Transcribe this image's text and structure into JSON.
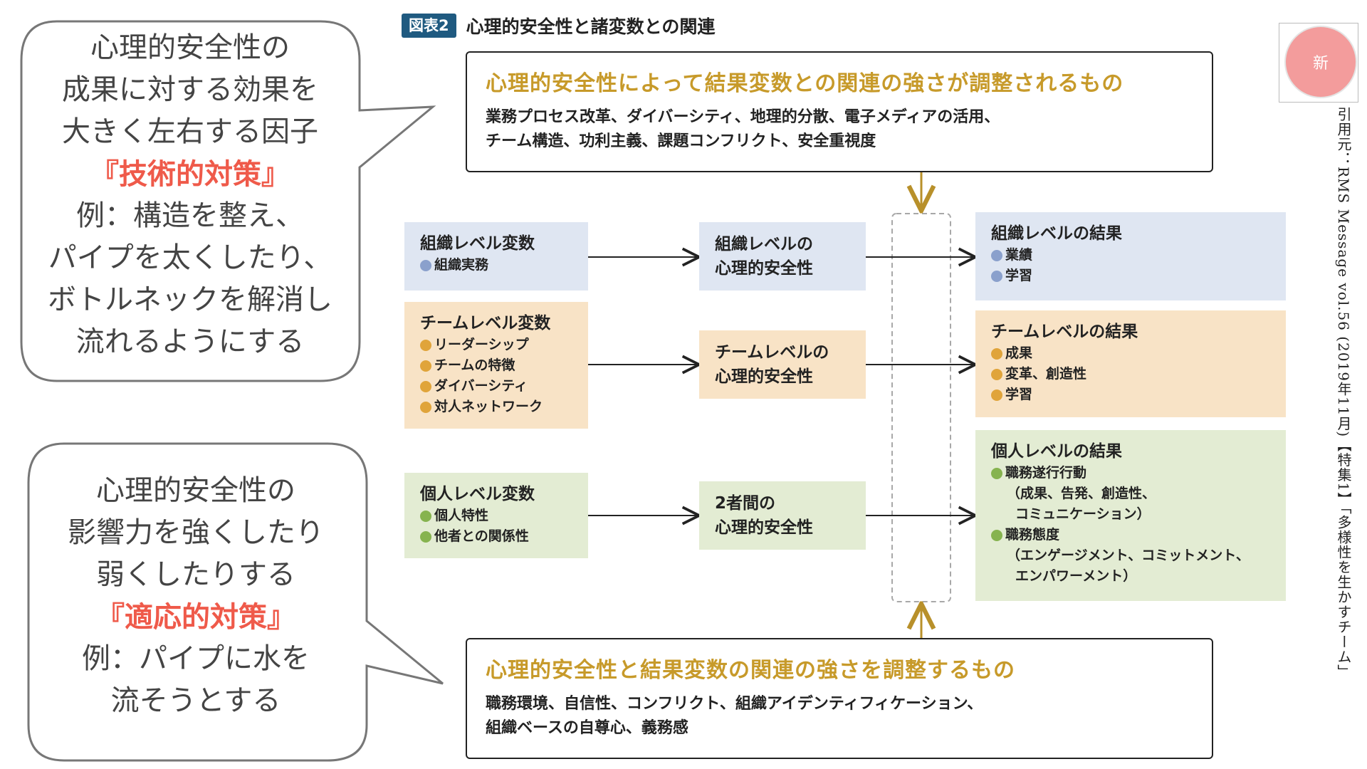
{
  "figure": {
    "badge": "図表2",
    "title": "心理的安全性と諸変数との関連"
  },
  "moderator_top": {
    "title": "心理的安全性によって結果変数との関連の強さが調整されるもの",
    "line1": "業務プロセス改革、ダイバーシティ、地理的分散、電子メディアの活用、",
    "line2": "チーム構造、功利主義、課題コンフリクト、安全重視度"
  },
  "moderator_bottom": {
    "title": "心理的安全性と結果変数の関連の強さを調整するもの",
    "line1": "職務環境、自信性、コンフリクト、組織アイデンティフィケーション、",
    "line2": "組織ベースの自尊心、義務感"
  },
  "org": {
    "variable_title": "組織レベル変数",
    "variable_items": [
      "組織実務"
    ],
    "psafety_line1": "組織レベルの",
    "psafety_line2": "心理的安全性",
    "outcome_title": "組織レベルの結果",
    "outcome_items": [
      "業績",
      "学習"
    ]
  },
  "team": {
    "variable_title": "チームレベル変数",
    "variable_items": [
      "リーダーシップ",
      "チームの特徴",
      "ダイバーシティ",
      "対人ネットワーク"
    ],
    "psafety_line1": "チームレベルの",
    "psafety_line2": "心理的安全性",
    "outcome_title": "チームレベルの結果",
    "outcome_items": [
      "成果",
      "変革、創造性",
      "学習"
    ]
  },
  "individual": {
    "variable_title": "個人レベル変数",
    "variable_items": [
      "個人特性",
      "他者との関係性"
    ],
    "psafety_line1": "2者間の",
    "psafety_line2": "心理的安全性",
    "outcome_title": "個人レベルの結果",
    "outcome_item1": "職務遂行行動",
    "outcome_item1_sub1": "（成果、告発、創造性、",
    "outcome_item1_sub2": "コミュニケーション）",
    "outcome_item2": "職務態度",
    "outcome_item2_sub1": "（エンゲージメント、コミットメント、",
    "outcome_item2_sub2": "エンパワーメント）"
  },
  "bubble_1": {
    "lines": [
      "心理的安全性の",
      "成果に対する効果を",
      "大きく左右する因子"
    ],
    "highlight": "『技術的対策』",
    "example_lines": [
      "例：構造を整え、",
      "パイプを太くしたり、",
      "ボトルネックを解消し",
      "流れるようにする"
    ]
  },
  "bubble_2": {
    "lines": [
      "心理的安全性の",
      "影響力を強くしたり",
      "弱くしたりする"
    ],
    "highlight": "『適応的対策』",
    "example_lines": [
      "例：パイプに水を",
      "流そうとする"
    ]
  },
  "new_badge": "新",
  "citation": "引用元：RMS Message vol.56 (2019年11月)【特集1】「多様性を生かすチーム」",
  "colors": {
    "badge_blue": "#1f5a80",
    "moderator_gold": "#c79a2a",
    "highlight_red": "#ef5a4a",
    "org_bg": "#dfe6f2",
    "team_bg": "#f8e3c6",
    "individual_bg": "#e3ecd3",
    "arrow_gold": "#b8902a"
  }
}
